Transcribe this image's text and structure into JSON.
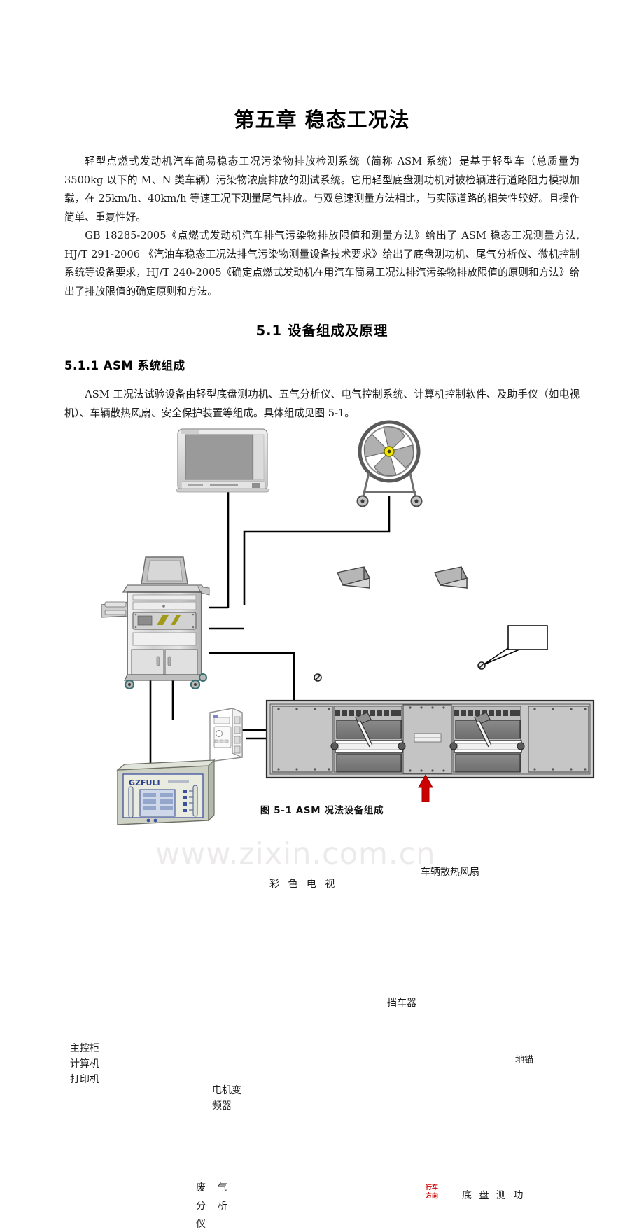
{
  "document": {
    "title": "第五章  稳态工况法",
    "paragraphs": [
      "轻型点燃式发动机汽车简易稳态工况污染物排放检测系统（简称 ASM 系统）是基于轻型车（总质量为 3500kg 以下的 M、N 类车辆）污染物浓度排放的测试系统。它用轻型底盘测功机对被检辆进行道路阻力模拟加载，在 25km/h、40km/h 等速工况下测量尾气排放。与双怠速测量方法相比，与实际道路的相关性较好。且操作简单、重复性好。",
      "GB 18285-2005《点燃式发动机汽车排气污染物排放限值和测量方法》给出了 ASM 稳态工况测量方法, HJ/T 291-2006 《汽油车稳态工况法排气污染物测量设备技术要求》给出了底盘测功机、尾气分析仪、微机控制系统等设备要求，HJ/T 240-2005《确定点燃式发动机在用汽车简易工况法排汽污染物排放限值的原则和方法》给出了排放限值的确定原则和方法。"
    ],
    "section_heading": "5.1  设备组成及原理",
    "subsection_heading": "5.1.1 ASM 系统组成",
    "subsection_paragraph": "ASM 工况法试验设备由轻型底盘测功机、五气分析仪、电气控制系统、计算机控制软件、及助手仪（如电视机）、车辆散热风扇、安全保护装置等组成。具体组成见图 5-1。"
  },
  "figure": {
    "caption": "图 5-1  ASM 况法设备组成",
    "watermark": "www.zixin.com.cn",
    "labels": {
      "tv": "彩 色 电 视",
      "fan": "车辆散热风扇",
      "chock": "挡车器",
      "anchor": "地锚",
      "cabinet_line1": "主控柜",
      "cabinet_line2": "计算机",
      "cabinet_line3": "打印机",
      "vfd_line1": "电机变",
      "vfd_line2": "频器",
      "analyzer_col1_c1": "废",
      "analyzer_col1_c2": "分",
      "analyzer_col1_c3": "仪",
      "analyzer_col2_c1": "气",
      "analyzer_col2_c2": "析",
      "dyno": "底 盘 测 功",
      "arrow_line1": "行车",
      "arrow_line2": "方向"
    },
    "analyzer_brand": "GZFULI",
    "colors": {
      "line": "#000000",
      "arrow_red": "#cc0000",
      "body_gray": "#c9c9c9",
      "dark_gray": "#7d7d7d",
      "screen_gray": "#9a9a9a",
      "hub_yellow": "#f2e400",
      "watermark": "#eceaea",
      "cabinet_accent": "#a09a18"
    }
  }
}
